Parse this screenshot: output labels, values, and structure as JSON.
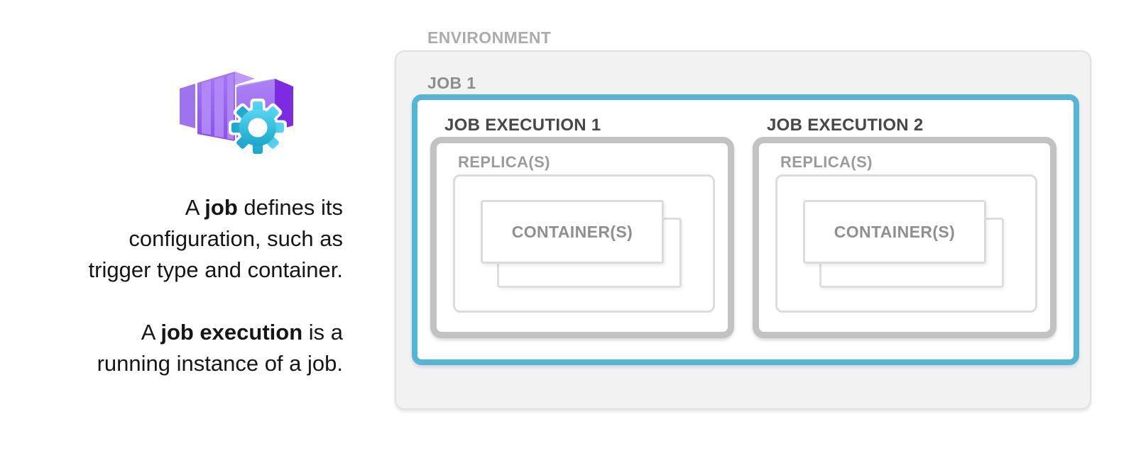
{
  "left_panel": {
    "icon": "container-apps-job-icon",
    "paragraph1": {
      "line1_prefix": "A ",
      "line1_bold": "job",
      "line1_rest": " defines its",
      "line2": "configuration, such as",
      "line3": "trigger type and container."
    },
    "paragraph2": {
      "line1_prefix": "A ",
      "line1_bold": "job execution",
      "line1_rest": " is a",
      "line2": "running instance of a job."
    }
  },
  "diagram": {
    "environment_label": "ENVIRONMENT",
    "job_label": "JOB 1",
    "executions": [
      {
        "label": "JOB EXECUTION 1",
        "replica_label": "REPLICA(S)",
        "container_label": "CONTAINER(S)"
      },
      {
        "label": "JOB EXECUTION 2",
        "replica_label": "REPLICA(S)",
        "container_label": "CONTAINER(S)"
      }
    ],
    "colors": {
      "accent_blue": "#55B5D8",
      "environment_fill": "#F2F2F2",
      "environment_border": "#E1E1E1",
      "execution_border": "#C2C2C2",
      "inner_border": "#DCDCDC",
      "environment_label": "#ACACAC",
      "job_label": "#8D8D8D",
      "execution_label": "#474747",
      "replica_label": "#9B9B9B",
      "container_label": "#8F8F8F",
      "icon_purple_main": "#8B50EC",
      "icon_purple_dark": "#7B2BE0",
      "icon_purple_light": "#BD9AF8",
      "icon_gear_cyan": "#35C0E3"
    }
  }
}
